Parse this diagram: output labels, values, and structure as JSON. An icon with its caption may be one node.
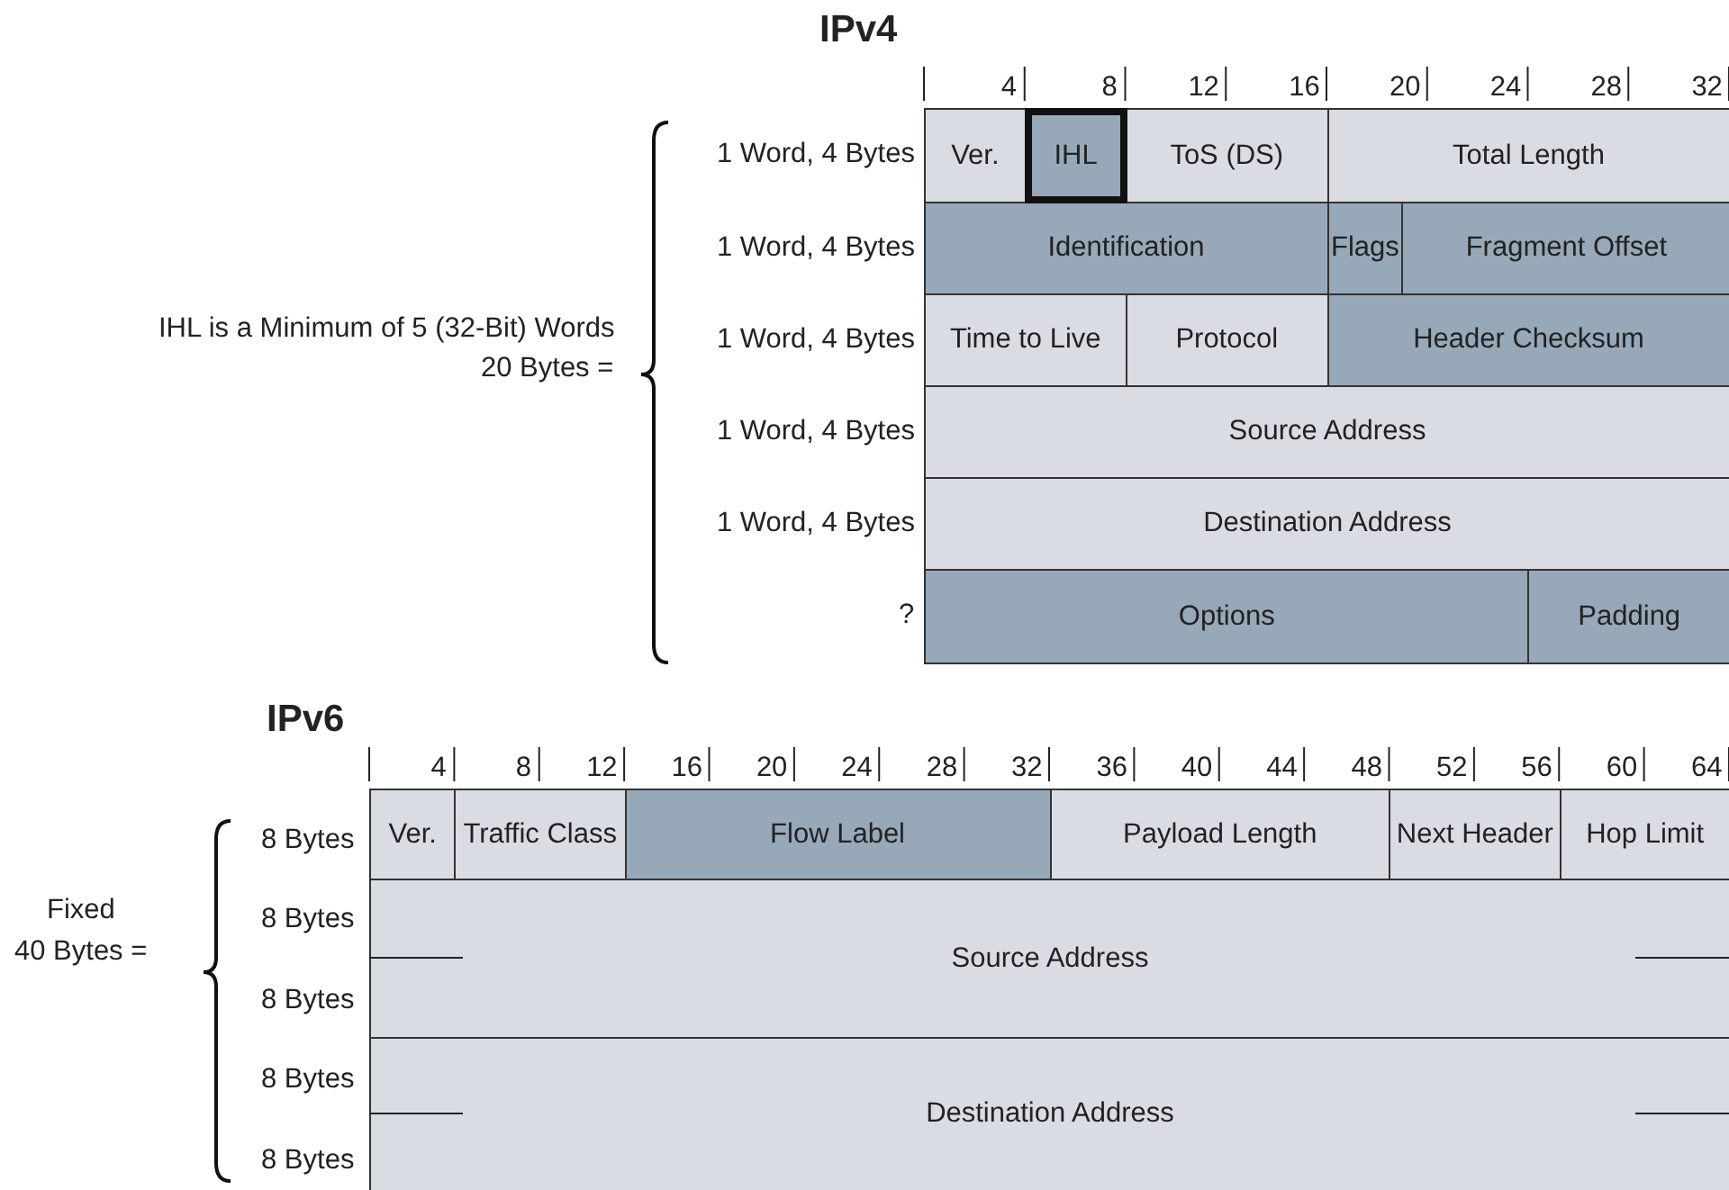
{
  "diagram": {
    "nodes": [
      {
        "text": [
          "Ver."
        ]
      },
      {
        "text": [
          "IHL"
        ]
      },
      {
        "text": [
          "ToS (DS)"
        ]
      },
      {
        "text": [
          "Total Length"
        ]
      },
      {
        "text": [
          "Identification"
        ]
      },
      {
        "text": [
          "Flags"
        ]
      },
      {
        "text": [
          "Fragment Offset"
        ]
      },
      {
        "text": [
          "Time to Live"
        ]
      },
      {
        "text": [
          "Protocol"
        ]
      },
      {
        "text": [
          "Header Checksum"
        ]
      },
      {
        "text": [
          "Source Address"
        ]
      },
      {
        "text": [
          "Destination Address"
        ]
      },
      {
        "text": [
          "Options"
        ]
      },
      {
        "text": [
          "Padding"
        ]
      },
      {
        "text": [
          "Ver."
        ]
      },
      {
        "text": [
          "Traffic Class"
        ]
      },
      {
        "text": [
          "Flow Label"
        ]
      },
      {
        "text": [
          "Payload Length"
        ]
      },
      {
        "text": [
          "Next Header"
        ]
      },
      {
        "text": [
          "Hop Limit"
        ]
      },
      {
        "text": [
          "Source Address"
        ]
      },
      {
        "text": [
          "Destination Address"
        ]
      }
    ],
    "labels": [
      "IPv4",
      "4",
      "8",
      "12",
      "16",
      "20",
      "24",
      "28",
      "32",
      "1 Word, 4 Bytes",
      "1 Word, 4 Bytes",
      "1 Word, 4 Bytes",
      "1 Word, 4 Bytes",
      "1 Word, 4 Bytes",
      "?",
      "IHL is a Minimum of 5 (32-Bit) Words",
      "20 Bytes =",
      "IPv6",
      "4",
      "8",
      "12",
      "16",
      "20",
      "24",
      "28",
      "32",
      "36",
      "40",
      "44",
      "48",
      "52",
      "56",
      "60",
      "64",
      "8 Bytes",
      "8 Bytes",
      "8 Bytes",
      "8 Bytes",
      "8 Bytes",
      "Fixed",
      "40 Bytes ="
    ]
  }
}
